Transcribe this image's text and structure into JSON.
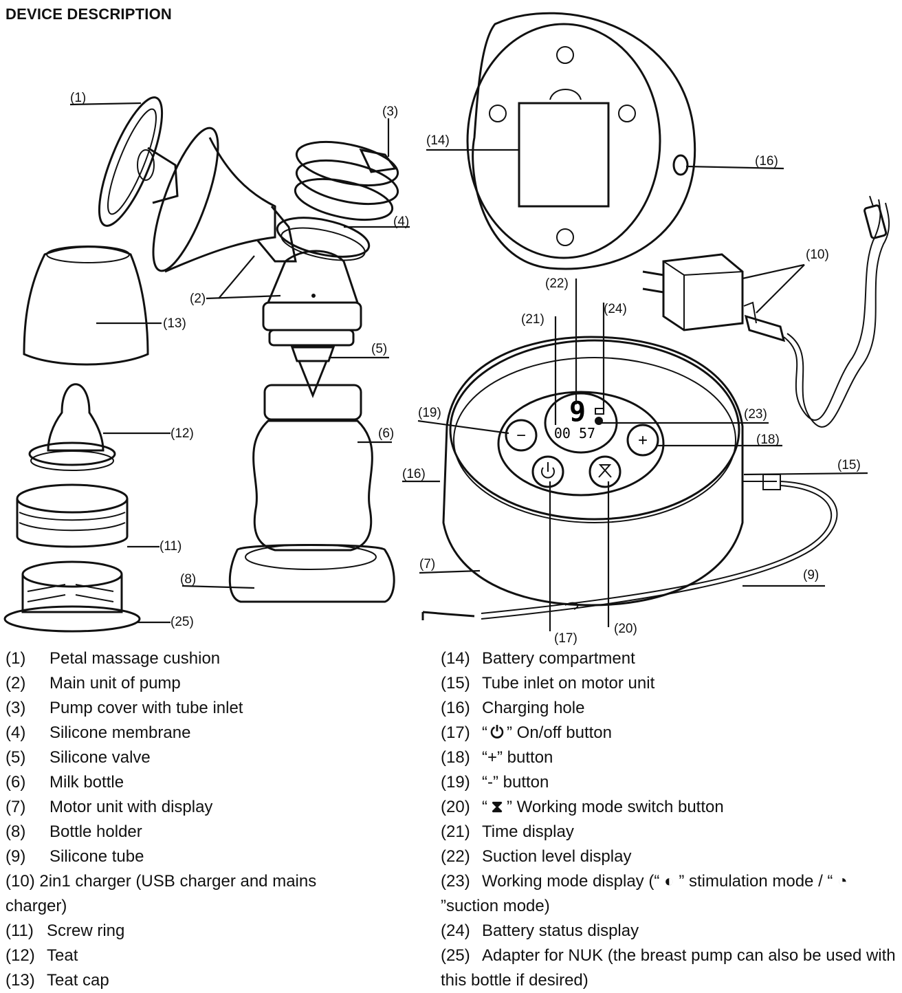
{
  "title": "DEVICE DESCRIPTION",
  "callouts": {
    "c1": "(1)",
    "c2": "(2)",
    "c3": "(3)",
    "c4": "(4)",
    "c5": "(5)",
    "c6": "(6)",
    "c7": "(7)",
    "c8": "(8)",
    "c9": "(9)",
    "c10": "(10)",
    "c11": "(11)",
    "c12": "(12)",
    "c13": "(13)",
    "c14": "(14)",
    "c15": "(15)",
    "c16a": "(16)",
    "c16b": "(16)",
    "c17": "(17)",
    "c18": "(18)",
    "c19": "(19)",
    "c20": "(20)",
    "c21": "(21)",
    "c22": "(22)",
    "c23": "(23)",
    "c24": "(24)",
    "c25": "(25)"
  },
  "display": {
    "level": "9",
    "time": "00 57"
  },
  "legend_left": [
    {
      "num": "(1)",
      "text": "Petal massage cushion"
    },
    {
      "num": "(2)",
      "text": "Main unit of pump"
    },
    {
      "num": "(3)",
      "text": "Pump cover with tube inlet"
    },
    {
      "num": "(4)",
      "text": "Silicone membrane"
    },
    {
      "num": "(5)",
      "text": "Silicone valve"
    },
    {
      "num": "(6)",
      "text": "Milk bottle"
    },
    {
      "num": "(7)",
      "text": "Motor unit with display"
    },
    {
      "num": "(8)",
      "text": "Bottle holder"
    },
    {
      "num": "(9)",
      "text": "Silicone tube"
    }
  ],
  "legend_left_10": "(10)  2in1 charger (USB charger and mains charger)",
  "legend_left_tail": [
    {
      "num": "(11)",
      "text": "Screw ring"
    },
    {
      "num": "(12)",
      "text": "Teat"
    },
    {
      "num": "(13)",
      "text": "Teat cap"
    }
  ],
  "legend_right": {
    "r14": {
      "num": "(14)",
      "text": "Battery compartment"
    },
    "r15": {
      "num": "(15)",
      "text": "Tube inlet on motor unit"
    },
    "r16": {
      "num": "(16)",
      "text": "Charging hole"
    },
    "r17": {
      "num": "(17)",
      "pre": "“",
      "post": "” On/off button"
    },
    "r18": {
      "num": "(18)",
      "text": "“+” button"
    },
    "r19": {
      "num": "(19)",
      "text": "“-” button"
    },
    "r20": {
      "num": "(20)",
      "pre": "“",
      "post": "” Working mode switch button"
    },
    "r21": {
      "num": "(21)",
      "text": "Time display"
    },
    "r22": {
      "num": "(22)",
      "text": "Suction level display"
    },
    "r23": {
      "num": "(23)",
      "pre": "Working mode display (“",
      "mid": "” stimulation mode / “",
      "post": "”suction mode)"
    },
    "r24": {
      "num": "(24)",
      "text": "Battery status display"
    },
    "r25": {
      "num": "(25)",
      "text": "Adapter for NUK (the breast pump can also be used with this bottle if desired)"
    }
  }
}
